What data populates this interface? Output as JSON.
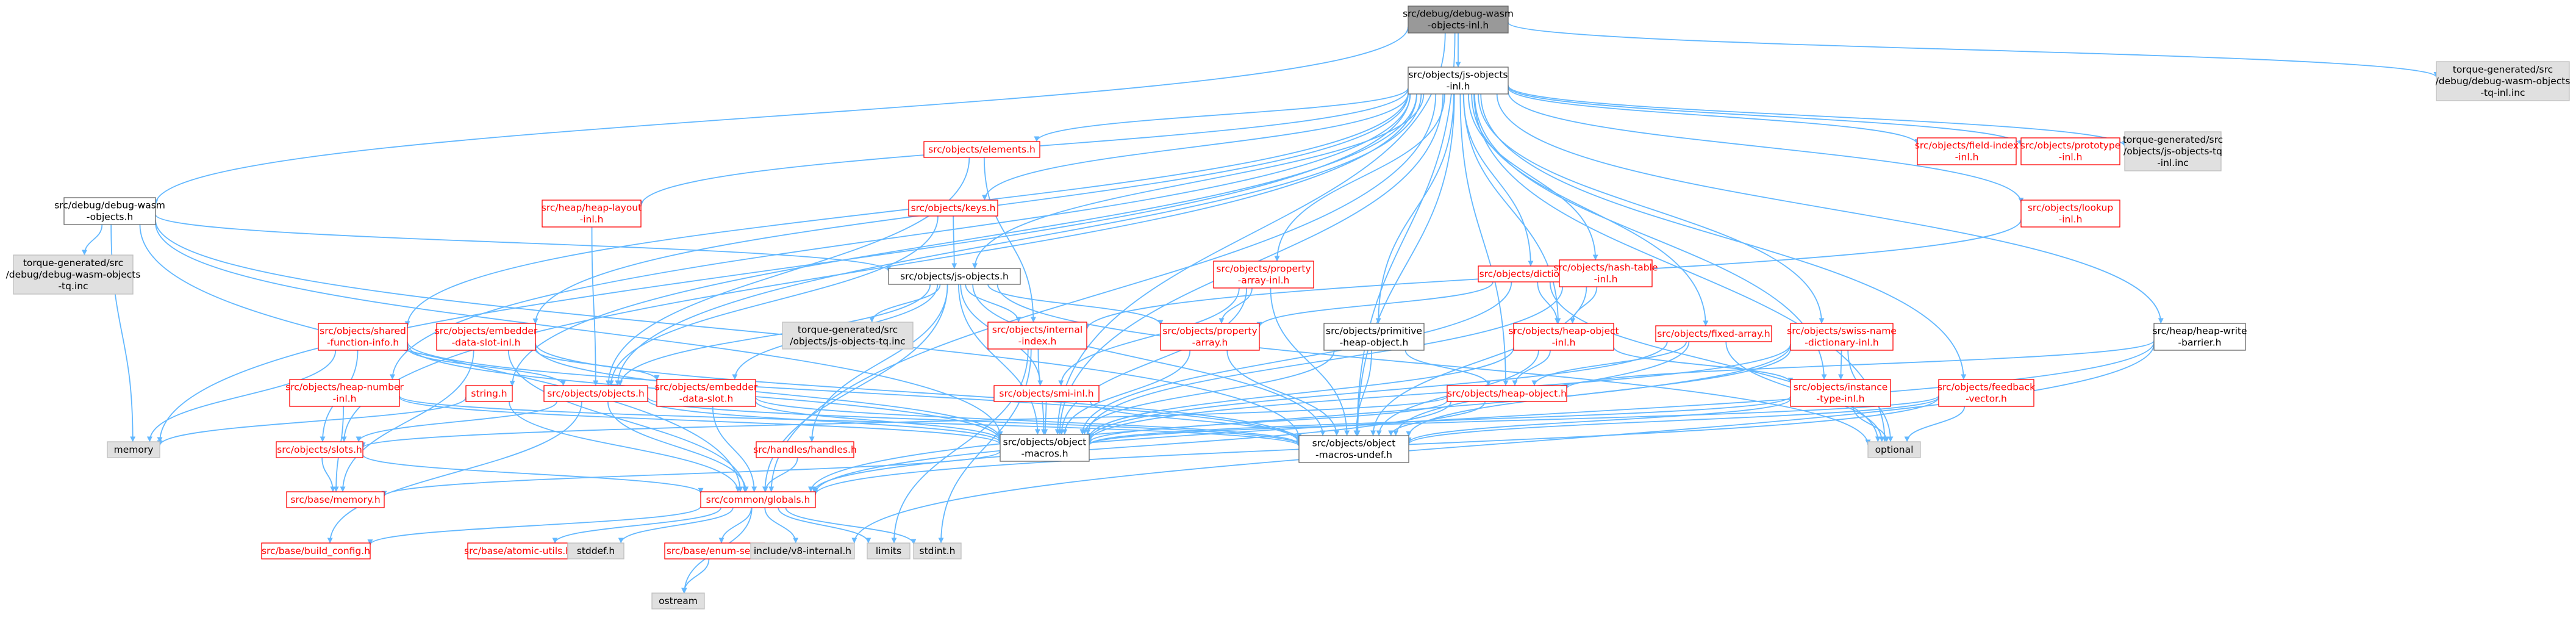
{
  "colors": {
    "edge": "#63b8ff",
    "node_border_default": "#666666",
    "node_border_missing": "#bfbfbf",
    "node_border_link": "#ff0000",
    "node_fill_default": "#ffffff",
    "node_fill_root": "#999999",
    "node_fill_missing": "#e0e0e0"
  },
  "nodes": [
    {
      "id": "root",
      "lines": [
        "src/debug/debug-wasm",
        "-objects-inl.h"
      ],
      "style": "root"
    },
    {
      "id": "jsinl",
      "lines": [
        "src/objects/js-objects",
        "-inl.h"
      ],
      "style": "normal"
    },
    {
      "id": "tq_dwo_inl",
      "lines": [
        "torque-generated/src",
        "/debug/debug-wasm-objects",
        "-tq-inl.inc"
      ],
      "style": "missing"
    },
    {
      "id": "dwo",
      "lines": [
        "src/debug/debug-wasm",
        "-objects.h"
      ],
      "style": "normal"
    },
    {
      "id": "elements",
      "lines": [
        "src/objects/elements.h"
      ],
      "style": "link"
    },
    {
      "id": "fieldidx",
      "lines": [
        "src/objects/field-index",
        "-inl.h"
      ],
      "style": "link"
    },
    {
      "id": "protoinl",
      "lines": [
        "src/objects/prototype",
        "-inl.h"
      ],
      "style": "link"
    },
    {
      "id": "tq_js_inl",
      "lines": [
        "torque-generated/src",
        "/objects/js-objects-tq",
        "-inl.inc"
      ],
      "style": "missing"
    },
    {
      "id": "lookup",
      "lines": [
        "src/objects/lookup",
        "-inl.h"
      ],
      "style": "link"
    },
    {
      "id": "heaplayout",
      "lines": [
        "src/heap/heap-layout",
        "-inl.h"
      ],
      "style": "link"
    },
    {
      "id": "keys",
      "lines": [
        "src/objects/keys.h"
      ],
      "style": "link"
    },
    {
      "id": "tq_dwo",
      "lines": [
        "torque-generated/src",
        "/debug/debug-wasm-objects",
        "-tq.inc"
      ],
      "style": "missing"
    },
    {
      "id": "jsobj",
      "lines": [
        "src/objects/js-objects.h"
      ],
      "style": "normal"
    },
    {
      "id": "proparrinl",
      "lines": [
        "src/objects/property",
        "-array-inl.h"
      ],
      "style": "link"
    },
    {
      "id": "dict",
      "lines": [
        "src/objects/dictionary.h"
      ],
      "style": "link"
    },
    {
      "id": "hashtbl",
      "lines": [
        "src/objects/hash-table",
        "-inl.h"
      ],
      "style": "link"
    },
    {
      "id": "sharedfn",
      "lines": [
        "src/objects/shared",
        "-function-info.h"
      ],
      "style": "link"
    },
    {
      "id": "embinl",
      "lines": [
        "src/objects/embedder",
        "-data-slot-inl.h"
      ],
      "style": "link"
    },
    {
      "id": "tq_jsobj",
      "lines": [
        "torque-generated/src",
        "/objects/js-objects-tq.inc"
      ],
      "style": "missing"
    },
    {
      "id": "internalidx",
      "lines": [
        "src/objects/internal",
        "-index.h"
      ],
      "style": "link"
    },
    {
      "id": "proparr",
      "lines": [
        "src/objects/property",
        "-array.h"
      ],
      "style": "link"
    },
    {
      "id": "primheap",
      "lines": [
        "src/objects/primitive",
        "-heap-object.h"
      ],
      "style": "normal"
    },
    {
      "id": "heapobjinl",
      "lines": [
        "src/objects/heap-object",
        "-inl.h"
      ],
      "style": "link"
    },
    {
      "id": "fixedarr",
      "lines": [
        "src/objects/fixed-array.h"
      ],
      "style": "link"
    },
    {
      "id": "swiss",
      "lines": [
        "src/objects/swiss-name",
        "-dictionary-inl.h"
      ],
      "style": "link"
    },
    {
      "id": "writebarrier",
      "lines": [
        "src/heap/heap-write",
        "-barrier.h"
      ],
      "style": "normal"
    },
    {
      "id": "heapnum",
      "lines": [
        "src/objects/heap-number",
        "-inl.h"
      ],
      "style": "link"
    },
    {
      "id": "stringh",
      "lines": [
        "string.h"
      ],
      "style": "link"
    },
    {
      "id": "objectsh",
      "lines": [
        "src/objects/objects.h"
      ],
      "style": "link"
    },
    {
      "id": "embslot",
      "lines": [
        "src/objects/embedder",
        "-data-slot.h"
      ],
      "style": "link"
    },
    {
      "id": "smiinl",
      "lines": [
        "src/objects/smi-inl.h"
      ],
      "style": "link"
    },
    {
      "id": "heapobj",
      "lines": [
        "src/objects/heap-object.h"
      ],
      "style": "link"
    },
    {
      "id": "insttype",
      "lines": [
        "src/objects/instance",
        "-type-inl.h"
      ],
      "style": "link"
    },
    {
      "id": "feedback",
      "lines": [
        "src/objects/feedback",
        "-vector.h"
      ],
      "style": "link"
    },
    {
      "id": "memory",
      "lines": [
        "memory"
      ],
      "style": "missing"
    },
    {
      "id": "slots",
      "lines": [
        "src/objects/slots.h"
      ],
      "style": "link"
    },
    {
      "id": "handles",
      "lines": [
        "src/handles/handles.h"
      ],
      "style": "link"
    },
    {
      "id": "objmacros",
      "lines": [
        "src/objects/object",
        "-macros.h"
      ],
      "style": "normal"
    },
    {
      "id": "objundef",
      "lines": [
        "src/objects/object",
        "-macros-undef.h"
      ],
      "style": "normal"
    },
    {
      "id": "optional",
      "lines": [
        "optional"
      ],
      "style": "missing"
    },
    {
      "id": "basemem",
      "lines": [
        "src/base/memory.h"
      ],
      "style": "link"
    },
    {
      "id": "globals",
      "lines": [
        "src/common/globals.h"
      ],
      "style": "link"
    },
    {
      "id": "buildcfg",
      "lines": [
        "src/base/build_config.h"
      ],
      "style": "link"
    },
    {
      "id": "atomic",
      "lines": [
        "src/base/atomic-utils.h"
      ],
      "style": "link"
    },
    {
      "id": "stddef",
      "lines": [
        "stddef.h"
      ],
      "style": "missing"
    },
    {
      "id": "enumset",
      "lines": [
        "src/base/enum-set.h"
      ],
      "style": "link"
    },
    {
      "id": "v8int",
      "lines": [
        "include/v8-internal.h"
      ],
      "style": "missing"
    },
    {
      "id": "limits",
      "lines": [
        "limits"
      ],
      "style": "missing"
    },
    {
      "id": "stdint",
      "lines": [
        "stdint.h"
      ],
      "style": "missing"
    },
    {
      "id": "ostream",
      "lines": [
        "ostream"
      ],
      "style": "missing"
    }
  ],
  "edges": [
    [
      "root",
      "jsinl"
    ],
    [
      "root",
      "tq_dwo_inl"
    ],
    [
      "root",
      "dwo"
    ],
    [
      "root",
      "objmacros"
    ],
    [
      "root",
      "objundef"
    ],
    [
      "jsinl",
      "elements"
    ],
    [
      "jsinl",
      "fieldidx"
    ],
    [
      "jsinl",
      "protoinl"
    ],
    [
      "jsinl",
      "tq_js_inl"
    ],
    [
      "jsinl",
      "lookup"
    ],
    [
      "jsinl",
      "heaplayout"
    ],
    [
      "jsinl",
      "keys"
    ],
    [
      "jsinl",
      "jsobj"
    ],
    [
      "jsinl",
      "proparrinl"
    ],
    [
      "jsinl",
      "dict"
    ],
    [
      "jsinl",
      "hashtbl"
    ],
    [
      "jsinl",
      "sharedfn"
    ],
    [
      "jsinl",
      "embinl"
    ],
    [
      "jsinl",
      "primheap"
    ],
    [
      "jsinl",
      "heapobjinl"
    ],
    [
      "jsinl",
      "fixedarr"
    ],
    [
      "jsinl",
      "swiss"
    ],
    [
      "jsinl",
      "writebarrier"
    ],
    [
      "jsinl",
      "heapnum"
    ],
    [
      "jsinl",
      "stringh"
    ],
    [
      "jsinl",
      "heapobj"
    ],
    [
      "jsinl",
      "insttype"
    ],
    [
      "jsinl",
      "feedback"
    ],
    [
      "jsinl",
      "objmacros"
    ],
    [
      "jsinl",
      "objundef"
    ],
    [
      "jsinl",
      "memory"
    ],
    [
      "jsinl",
      "optional"
    ],
    [
      "jsinl",
      "globals"
    ],
    [
      "jsinl",
      "slots"
    ],
    [
      "jsinl",
      "objectsh"
    ],
    [
      "dwo",
      "tq_dwo"
    ],
    [
      "dwo",
      "jsobj"
    ],
    [
      "dwo",
      "memory"
    ],
    [
      "dwo",
      "objmacros"
    ],
    [
      "dwo",
      "objundef"
    ],
    [
      "dwo",
      "globals"
    ],
    [
      "elements",
      "internalidx"
    ],
    [
      "elements",
      "objectsh"
    ],
    [
      "keys",
      "jsobj"
    ],
    [
      "keys",
      "objectsh"
    ],
    [
      "heaplayout",
      "objectsh"
    ],
    [
      "lookup",
      "internalidx"
    ],
    [
      "jsobj",
      "tq_jsobj"
    ],
    [
      "jsobj",
      "internalidx"
    ],
    [
      "jsobj",
      "proparr"
    ],
    [
      "jsobj",
      "embslot"
    ],
    [
      "jsobj",
      "objectsh"
    ],
    [
      "jsobj",
      "objmacros"
    ],
    [
      "jsobj",
      "objundef"
    ],
    [
      "jsobj",
      "handles"
    ],
    [
      "jsobj",
      "optional"
    ],
    [
      "jsobj",
      "globals"
    ],
    [
      "jsobj",
      "smiinl"
    ],
    [
      "proparrinl",
      "proparr"
    ],
    [
      "proparrinl",
      "objmacros"
    ],
    [
      "proparrinl",
      "objundef"
    ],
    [
      "proparrinl",
      "smiinl"
    ],
    [
      "dict",
      "proparr"
    ],
    [
      "dict",
      "heapobjinl"
    ],
    [
      "dict",
      "objmacros"
    ],
    [
      "dict",
      "optional"
    ],
    [
      "hashtbl",
      "heapobjinl"
    ],
    [
      "hashtbl",
      "objmacros"
    ],
    [
      "hashtbl",
      "objundef"
    ],
    [
      "sharedfn",
      "memory"
    ],
    [
      "sharedfn",
      "objectsh"
    ],
    [
      "sharedfn",
      "objmacros"
    ],
    [
      "sharedfn",
      "objundef"
    ],
    [
      "sharedfn",
      "slots"
    ],
    [
      "embinl",
      "embslot"
    ],
    [
      "embinl",
      "objmacros"
    ],
    [
      "embinl",
      "objundef"
    ],
    [
      "embinl",
      "globals"
    ],
    [
      "embinl",
      "basemem"
    ],
    [
      "internalidx",
      "limits"
    ],
    [
      "internalidx",
      "stdint"
    ],
    [
      "internalidx",
      "objmacros"
    ],
    [
      "proparr",
      "objmacros"
    ],
    [
      "proparr",
      "objundef"
    ],
    [
      "primheap",
      "heapobj"
    ],
    [
      "primheap",
      "objmacros"
    ],
    [
      "primheap",
      "objundef"
    ],
    [
      "heapobjinl",
      "heapobj"
    ],
    [
      "heapobjinl",
      "objmacros"
    ],
    [
      "heapobjinl",
      "objundef"
    ],
    [
      "heapobjinl",
      "insttype"
    ],
    [
      "fixedarr",
      "heapobj"
    ],
    [
      "fixedarr",
      "objmacros"
    ],
    [
      "fixedarr",
      "objundef"
    ],
    [
      "fixedarr",
      "optional"
    ],
    [
      "swiss",
      "insttype"
    ],
    [
      "swiss",
      "objmacros"
    ],
    [
      "swiss",
      "objundef"
    ],
    [
      "swiss",
      "optional"
    ],
    [
      "swiss",
      "globals"
    ],
    [
      "writebarrier",
      "heapobj"
    ],
    [
      "writebarrier",
      "globals"
    ],
    [
      "writebarrier",
      "v8int"
    ],
    [
      "heapnum",
      "objmacros"
    ],
    [
      "heapnum",
      "objundef"
    ],
    [
      "heapnum",
      "basemem"
    ],
    [
      "stringh",
      "memory"
    ],
    [
      "stringh",
      "globals"
    ],
    [
      "objectsh",
      "objmacros"
    ],
    [
      "objectsh",
      "objundef"
    ],
    [
      "objectsh",
      "slots"
    ],
    [
      "objectsh",
      "buildcfg"
    ],
    [
      "objectsh",
      "globals"
    ],
    [
      "embslot",
      "objmacros"
    ],
    [
      "embslot",
      "objundef"
    ],
    [
      "embslot",
      "globals"
    ],
    [
      "smiinl",
      "objmacros"
    ],
    [
      "smiinl",
      "objundef"
    ],
    [
      "heapobj",
      "objmacros"
    ],
    [
      "heapobj",
      "objundef"
    ],
    [
      "heapobj",
      "globals"
    ],
    [
      "heapobj",
      "slots"
    ],
    [
      "insttype",
      "objmacros"
    ],
    [
      "insttype",
      "objundef"
    ],
    [
      "insttype",
      "optional"
    ],
    [
      "feedback",
      "objmacros"
    ],
    [
      "feedback",
      "objundef"
    ],
    [
      "feedback",
      "optional"
    ],
    [
      "feedback",
      "globals"
    ],
    [
      "slots",
      "basemem"
    ],
    [
      "slots",
      "globals"
    ],
    [
      "handles",
      "globals"
    ],
    [
      "objmacros",
      "basemem"
    ],
    [
      "globals",
      "buildcfg"
    ],
    [
      "globals",
      "atomic"
    ],
    [
      "globals",
      "stddef"
    ],
    [
      "globals",
      "enumset"
    ],
    [
      "globals",
      "v8int"
    ],
    [
      "globals",
      "limits"
    ],
    [
      "globals",
      "stdint"
    ],
    [
      "globals",
      "ostream"
    ],
    [
      "enumset",
      "ostream"
    ]
  ]
}
